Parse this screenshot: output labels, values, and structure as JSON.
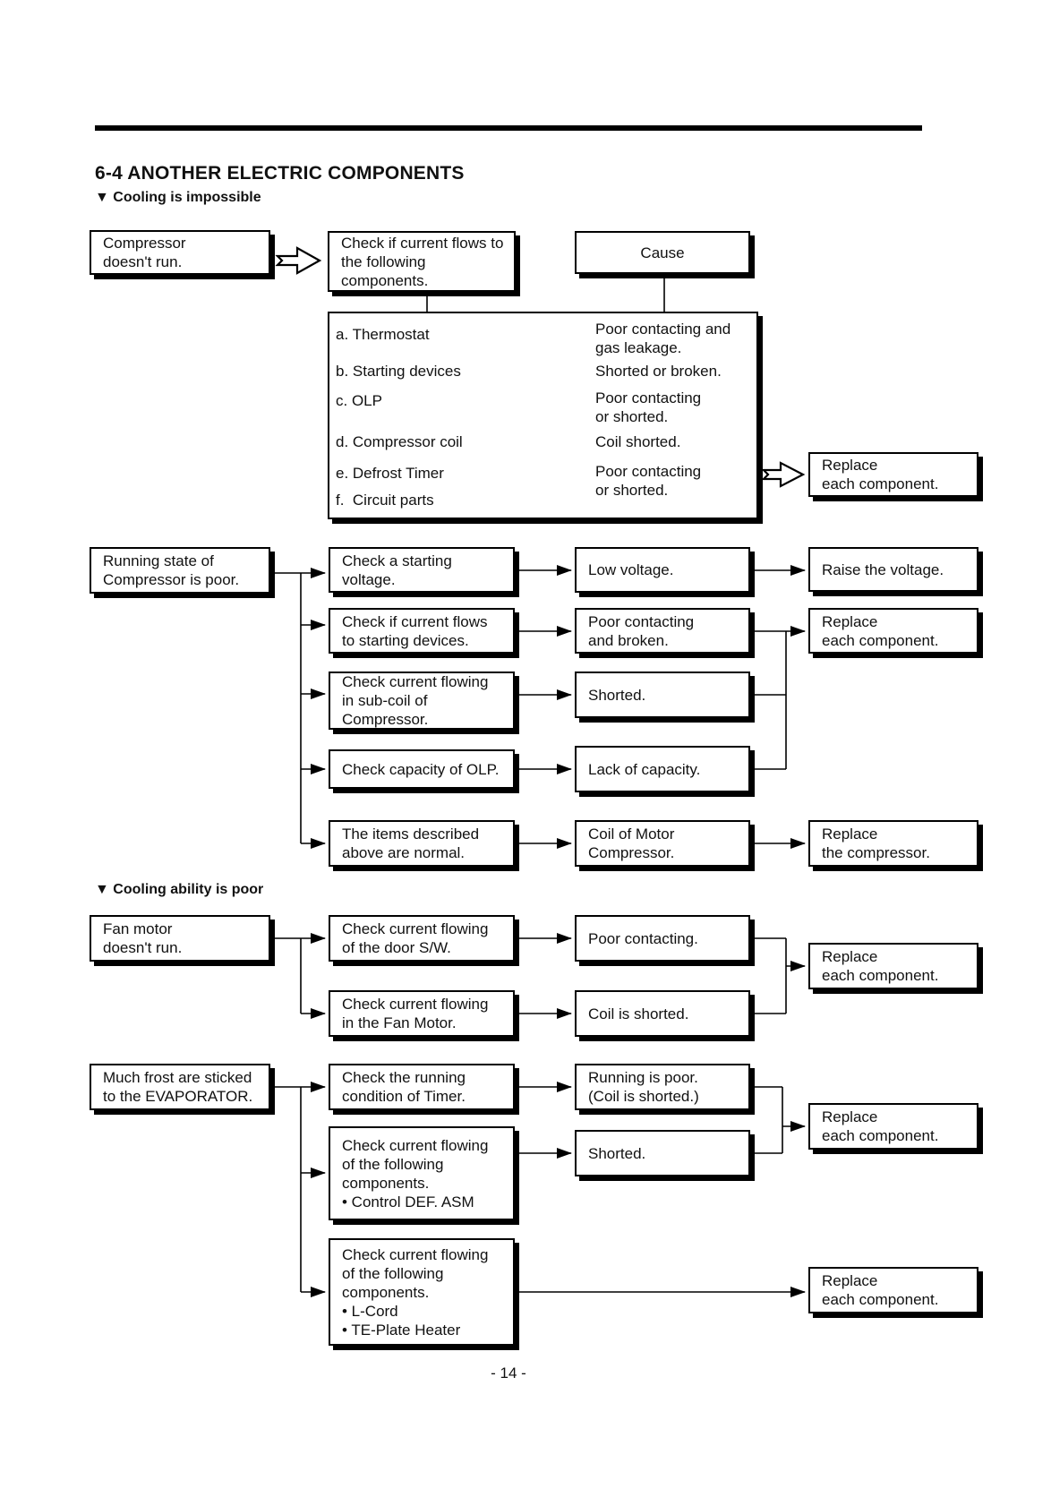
{
  "title": "6-4 ANOTHER ELECTRIC COMPONENTS",
  "page_number": "- 14 -",
  "cooling_impossible": {
    "heading": "▼ Cooling is impossible",
    "start": "Compressor\ndoesn't run.",
    "check": "Check if current flows to\nthe following\ncomponents.",
    "cause_header": "Cause",
    "items": [
      {
        "label": "a. Thermostat",
        "cause": "Poor contacting and\ngas leakage."
      },
      {
        "label": "b. Starting devices",
        "cause": "Shorted or broken."
      },
      {
        "label": "c. OLP",
        "cause": "Poor contacting\nor shorted."
      },
      {
        "label": "d. Compressor coil",
        "cause": "Coil shorted."
      },
      {
        "label": "e. Defrost Timer",
        "cause": "Poor contacting\nor shorted."
      },
      {
        "label": "f.  Circuit parts",
        "cause": ""
      }
    ],
    "action": "Replace\neach component.",
    "running_state": {
      "start": "Running state of\nCompressor is poor.",
      "rows": [
        {
          "check": "Check a starting\nvoltage.",
          "cause": "Low voltage.",
          "action": "Raise the voltage."
        },
        {
          "check": "Check if current flows\nto starting devices.",
          "cause": "Poor contacting\nand broken.",
          "action": "Replace\neach component."
        },
        {
          "check": "Check current flowing\nin sub-coil of\nCompressor.",
          "cause": "Shorted.",
          "action": ""
        },
        {
          "check": "Check capacity of OLP.",
          "cause": "Lack of capacity.",
          "action": ""
        },
        {
          "check": "The items described\nabove are normal.",
          "cause": "Coil of Motor\nCompressor.",
          "action": "Replace\nthe compressor."
        }
      ]
    }
  },
  "cooling_poor": {
    "heading": "▼ Cooling ability is poor",
    "fan": {
      "start": "Fan motor\ndoesn't run.",
      "rows": [
        {
          "check": "Check current flowing\nof the door S/W.",
          "cause": "Poor contacting."
        },
        {
          "check": "Check current flowing\nin the Fan Motor.",
          "cause": "Coil is shorted."
        }
      ],
      "action": "Replace\neach component."
    },
    "frost": {
      "start": "Much frost are sticked\nto the EVAPORATOR.",
      "rows": [
        {
          "check": "Check the running\ncondition of Timer.",
          "cause": "Running is poor.\n(Coil is shorted.)"
        },
        {
          "check": "Check current flowing\nof the following\ncomponents.\n• Control DEF. ASM",
          "cause": "Shorted."
        },
        {
          "check": "Check current flowing\nof the following\ncomponents.\n• L-Cord\n• TE-Plate Heater",
          "cause": ""
        }
      ],
      "action1": "Replace\neach component.",
      "action2": "Replace\neach component."
    }
  }
}
